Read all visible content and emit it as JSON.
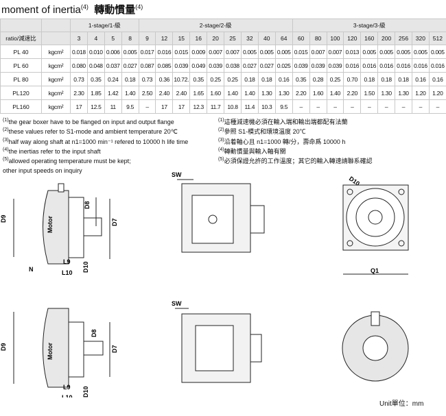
{
  "title": {
    "text": "moment of inertia",
    "sup": "(4)",
    "zh": "轉動慣量",
    "zh_sup": "(4)"
  },
  "table": {
    "groups": [
      "1-stage/1-級",
      "2-stage/2-級",
      "3-stage/3-級"
    ],
    "ratio_label": "ratio/減速比",
    "ratios": [
      "3",
      "4",
      "5",
      "8",
      "9",
      "12",
      "15",
      "16",
      "20",
      "25",
      "32",
      "40",
      "64",
      "60",
      "80",
      "100",
      "120",
      "160",
      "200",
      "256",
      "320",
      "512"
    ],
    "rows": [
      {
        "model": "PL 40",
        "unit": "kgcm²",
        "values": [
          "0.018",
          "0.010",
          "0.006",
          "0.005",
          "0.017",
          "0.016",
          "0.015",
          "0.009",
          "0.007",
          "0.007",
          "0.005",
          "0.005",
          "0.005",
          "0.015",
          "0.007",
          "0.007",
          "0.013",
          "0.005",
          "0.005",
          "0.005",
          "0.005",
          "0.005"
        ]
      },
      {
        "model": "PL 60",
        "unit": "kgcm²",
        "values": [
          "0.080",
          "0.048",
          "0.037",
          "0.027",
          "0.087",
          "0.085",
          "0.039",
          "0.049",
          "0.039",
          "0.038",
          "0.027",
          "0.027",
          "0.025",
          "0.039",
          "0.039",
          "0.039",
          "0.016",
          "0.016",
          "0.016",
          "0.016",
          "0.016",
          "0.016"
        ]
      },
      {
        "model": "PL 80",
        "unit": "kgcm²",
        "values": [
          "0.73",
          "0.35",
          "0.24",
          "0.18",
          "0.73",
          "0.36",
          "10.72.",
          "0.35",
          "0.25",
          "0.25",
          "0.18",
          "0.18",
          "0.16",
          "0.35",
          "0.28",
          "0.25",
          "0.70",
          "0.18",
          "0.18",
          "0.18",
          "0.16",
          "0.16"
        ]
      },
      {
        "model": "PL120",
        "unit": "kgcm²",
        "values": [
          "2.30",
          "1.85",
          "1.42",
          "1.40",
          "2.50",
          "2.40",
          "2.40",
          "1.65",
          "1.60",
          "1.40",
          "1.40",
          "1.30",
          "1.30",
          "2.20",
          "1.60",
          "1.40",
          "2.20",
          "1.50",
          "1.30",
          "1.30",
          "1.20",
          "1.20"
        ]
      },
      {
        "model": "PL160",
        "unit": "kgcm²",
        "values": [
          "17",
          "12.5",
          "11",
          "9.5",
          "–",
          "17",
          "17",
          "12.3",
          "11.7",
          "10.8",
          "11.4",
          "10.3",
          "9.5",
          "–",
          "–",
          "–",
          "–",
          "–",
          "–",
          "–",
          "–",
          "–"
        ]
      }
    ]
  },
  "notes_en": [
    {
      "n": "(1)",
      "t": "the gear boxer have to be flanged on input and output flange"
    },
    {
      "n": "(2)",
      "t": "these values refer to S1-mode and ambient temperature 20℃"
    },
    {
      "n": "(3)",
      "t": "half way along shaft at n1=1000 min⁻¹ refered to 10000 h life time"
    },
    {
      "n": "(4)",
      "t": "the inertias refer to the input shaft"
    },
    {
      "n": "(5)",
      "t": "allowed operating temperature must be kept;"
    },
    {
      "n": "",
      "t": "other input speeds on inquiry"
    }
  ],
  "notes_zh": [
    {
      "n": "(1)",
      "t": "這種減速機必須在輸入端和輸出端都配有法蘭"
    },
    {
      "n": "(2)",
      "t": "參照 S1-模式和環境溫度 20℃"
    },
    {
      "n": "(3)",
      "t": "沿着軸心且 n1=1000 轉/分，壽命爲 10000 h"
    },
    {
      "n": "(4)",
      "t": "轉動慣量與輸入軸有關"
    },
    {
      "n": "(5)",
      "t": "必須保證允許的工作溫度；其它的輸入轉速請聯系確認"
    }
  ],
  "drawing": {
    "motor": "Motor",
    "D9": "D9",
    "D8": "D8",
    "D7": "D7",
    "L9": "L9",
    "L10": "L10",
    "D10": "D10",
    "N": "N",
    "SW": "SW",
    "Q1": "Q1"
  },
  "unit_label": "Unit單位：mm"
}
